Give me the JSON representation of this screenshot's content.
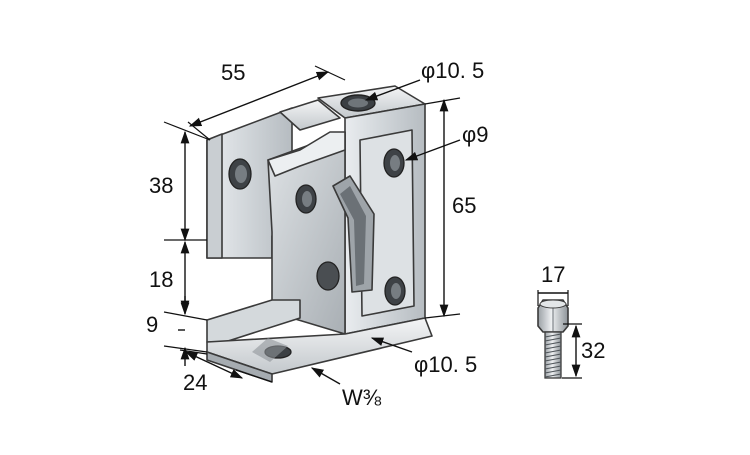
{
  "diagram": {
    "dimensions": {
      "width_top": "55",
      "hole_top_dia": "φ10. 5",
      "hole_side_dia": "φ9",
      "height_upper": "38",
      "height_total": "65",
      "height_mid": "18",
      "height_lip": "9",
      "depth": "24",
      "hole_bottom_dia": "φ10. 5",
      "thread": "W⅜",
      "bolt_head": "17",
      "bolt_length": "32"
    }
  }
}
